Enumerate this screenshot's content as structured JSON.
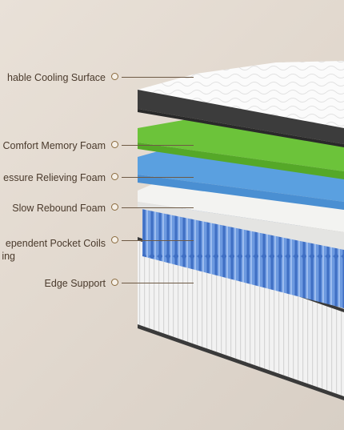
{
  "callouts": [
    {
      "label": "hable Cooling Surface"
    },
    {
      "label": "Comfort Memory Foam"
    },
    {
      "label": "essure Relieving Foam"
    },
    {
      "label": "Slow Rebound Foam"
    },
    {
      "label": "ependent Pocket Coils",
      "label2": "ing"
    },
    {
      "label": "Edge Support"
    }
  ],
  "colors": {
    "accent": "#8a6a3e",
    "text": "#4a3a2c",
    "green_foam": "#6cc33a",
    "blue_foam": "#5aa0e0",
    "coils": "#4f7fd0"
  }
}
